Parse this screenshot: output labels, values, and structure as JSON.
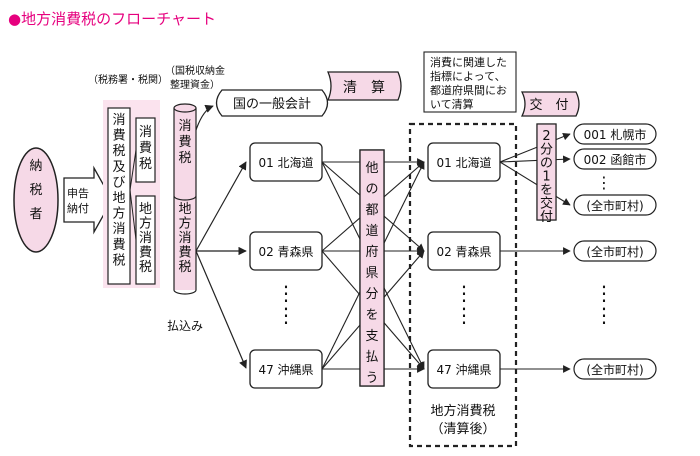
{
  "title": "●地方消費税のフローチャート",
  "colors": {
    "title": "#e6007e",
    "pink_fill": "#f6d9e7",
    "pink_band": "#fbe3ee",
    "stroke": "#222222"
  },
  "taxpayer": "納税者",
  "declare_label": [
    "申告",
    "納付"
  ],
  "tax_office_label": "（税務署・税関）",
  "treasury_label": [
    "（国税収納金",
    "整理資金）"
  ],
  "collected_tax": "消費税及び地方消費税",
  "consumption_tax": "消費税",
  "local_consumption_tax": "地方消費税",
  "cyl_top": "消費税",
  "cyl_bottom": "地方消費税",
  "general_account": "国の一般会計",
  "payment_label": "払込み",
  "prefectures_left": [
    "01 北海道",
    "02 青森県",
    "47 沖縄県"
  ],
  "other_pref_box": "他の都道府県分を支払う",
  "settlement_scroll": "清　算",
  "indicator_note": [
    "消費に関連した",
    "指標によって、",
    "都道府県間にお",
    "いて清算"
  ],
  "prefectures_right": [
    "01 北海道",
    "02 青森県",
    "47 沖縄県"
  ],
  "after_settlement": [
    "地方消費税",
    "（清算後）"
  ],
  "grant_scroll": "交　付",
  "half_grant": "2分の1を交付",
  "cities": [
    "001 札幌市",
    "002 函館市",
    "(全市町村)",
    "(全市町村)",
    "(全市町村)"
  ],
  "dots": "⋮"
}
